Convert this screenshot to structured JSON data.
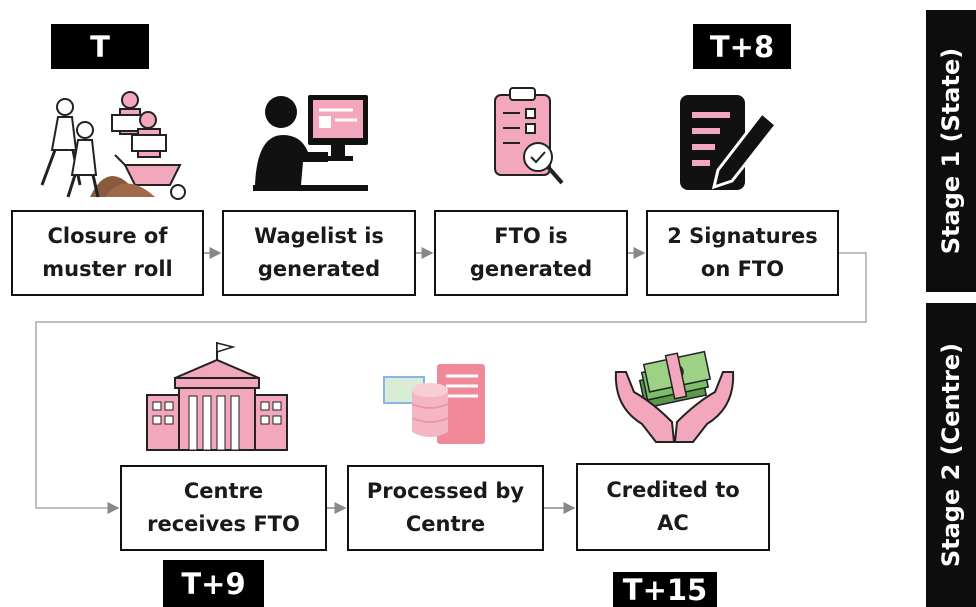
{
  "timeline": {
    "t0": "T",
    "t8": "T+8",
    "t9": "T+9",
    "t15": "T+15"
  },
  "steps": [
    {
      "line1": "Closure of",
      "line2": "muster roll"
    },
    {
      "line1": "Wagelist is",
      "line2": "generated"
    },
    {
      "line1": "FTO is",
      "line2": "generated"
    },
    {
      "line1": "2 Signatures",
      "line2": "on FTO"
    },
    {
      "line1": "Centre",
      "line2": "receives FTO"
    },
    {
      "line1": "Processed by",
      "line2": "Centre"
    },
    {
      "line1": "Credited to",
      "line2": "AC"
    }
  ],
  "stages": {
    "stage1": "Stage 1 (State)",
    "stage2": "Stage 2 (Centre)"
  },
  "icons": [
    "workers-icon",
    "computer-user-icon",
    "clipboard-check-icon",
    "signature-icon",
    "government-building-icon",
    "server-database-icon",
    "money-hands-icon"
  ],
  "colors": {
    "accent": "#f2a7bd",
    "dark": "#111111",
    "connector": "#888888"
  }
}
